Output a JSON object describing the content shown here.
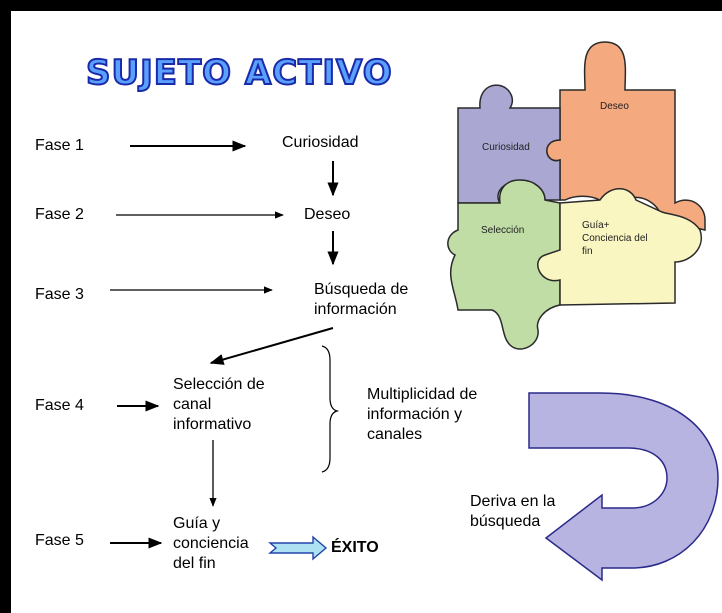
{
  "title": "SUJETO ACTIVO",
  "phases": {
    "fase1": "Fase 1",
    "fase2": "Fase 2",
    "fase3": "Fase 3",
    "fase4": "Fase 4",
    "fase5": "Fase 5"
  },
  "steps": {
    "curiosidad": "Curiosidad",
    "deseo": "Deseo",
    "busqueda": "Búsqueda de\ninformación",
    "seleccion": "Selección de\ncanal\ninformativo",
    "guia": "Guía y\nconciencia\ndel fin",
    "exito": "ÉXITO"
  },
  "notes": {
    "multiplicidad": "Multiplicidad de\ninformación y\ncanales",
    "deriva": "Deriva en la\nbúsqueda"
  },
  "puzzle": {
    "curiosidad": "Curiosidad",
    "deseo": "Deseo",
    "seleccion": "Selección",
    "guia": "Guía+\nConciencia del\nfin"
  },
  "colors": {
    "curiosidad": "#aaa8d2",
    "deseo": "#f4a97e",
    "seleccion": "#c0dda6",
    "guia": "#faf6c2",
    "u_arrow": "#b8b4e2",
    "title_fill": "#5aa0ff",
    "title_stroke": "#1a2aa8"
  }
}
